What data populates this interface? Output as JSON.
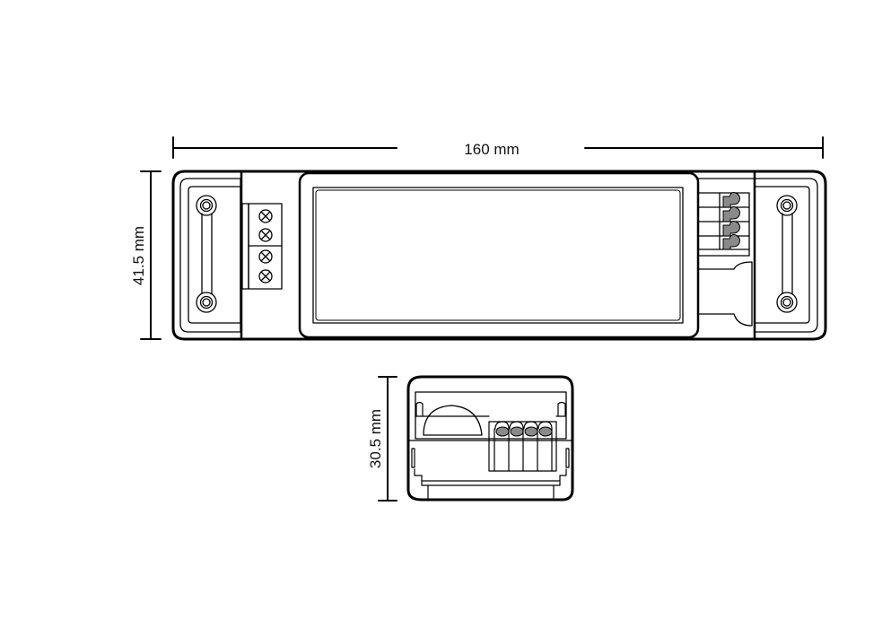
{
  "drawing": {
    "title": "Device dimension drawing",
    "views": [
      {
        "name": "top-view",
        "description": "Top view of driver housing with screw terminal block and push-in connector"
      },
      {
        "name": "end-view",
        "description": "End view of housing with push-in connector terminals"
      }
    ],
    "dimensions": {
      "length": "160 mm",
      "width": "41.5 mm",
      "height": "30.5 mm"
    },
    "top_view": {
      "screw_terminals": 4,
      "push_in_terminals": 4,
      "mounting_holes": 4
    },
    "end_view": {
      "push_in_terminals": 4
    },
    "colors": {
      "line": "#000000",
      "terminal_fill": "#8a8a8a",
      "background": "#ffffff"
    }
  }
}
